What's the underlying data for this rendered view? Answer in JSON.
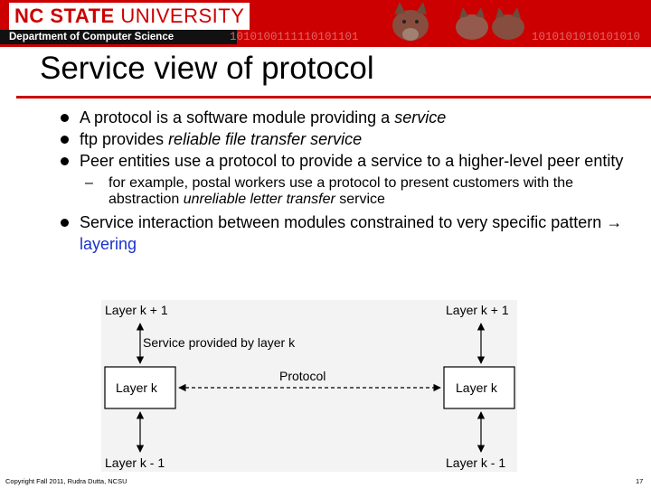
{
  "header": {
    "logo_bold": "NC STATE",
    "logo_light": "UNIVERSITY",
    "department": "Department of Computer Science",
    "binary_left": "1010100111110101101",
    "binary_right": "1010101010101010"
  },
  "slide": {
    "title": "Service view of protocol",
    "bullets": [
      {
        "text": "A protocol is a software module providing a ",
        "em": "service"
      },
      {
        "text": "ftp provides ",
        "em": "reliable file transfer service"
      },
      {
        "text": "Peer entities use a protocol to provide a service to a higher-level peer entity"
      }
    ],
    "sub_bullet": {
      "marker": "–",
      "before": "for example, postal workers use a protocol to present customers with the abstraction ",
      "em": "unreliable letter transfer",
      "after": " service"
    },
    "bullet4": {
      "before": "Service interaction between modules constrained to very specific pattern ",
      "arrow": "→",
      "highlight": "layering"
    }
  },
  "diagram": {
    "top_left_label": "Layer k + 1",
    "top_right_label": "Layer k + 1",
    "service_label": "Service provided by layer k",
    "protocol_label": "Protocol",
    "left_box_label": "Layer k",
    "right_box_label": "Layer k",
    "bottom_left_label": "Layer k - 1",
    "bottom_right_label": "Layer k - 1"
  },
  "footer": {
    "copyright": "Copyright Fall 2011, Rudra Dutta, NCSU",
    "page_number": "17"
  },
  "colors": {
    "banner_red": "#cc0000",
    "accent_blue": "#1a33cc",
    "diagram_bg": "#f3f3f3"
  }
}
